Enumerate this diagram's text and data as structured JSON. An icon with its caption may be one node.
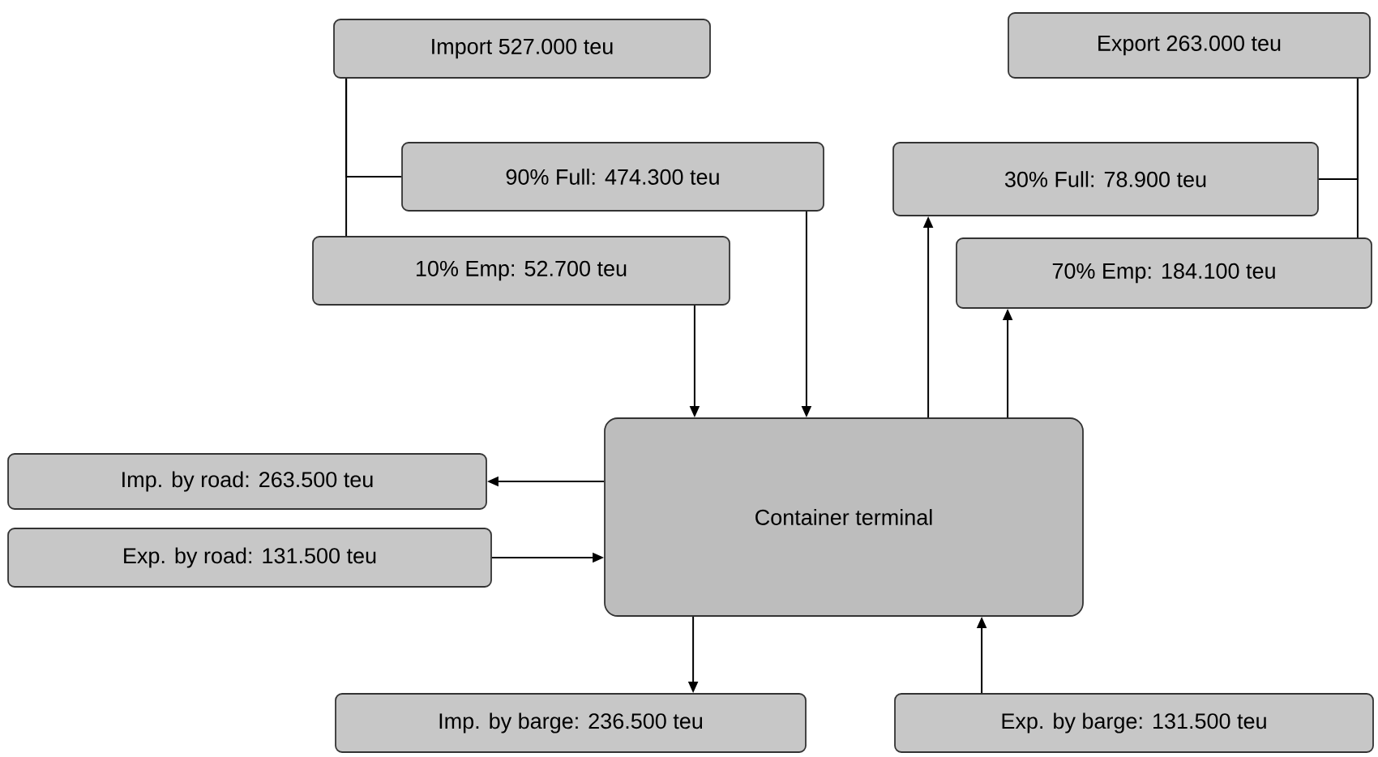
{
  "diagram": {
    "nodes": [
      {
        "text": [
          "Import 527.000 teu"
        ]
      },
      {
        "text": [
          "90% Full: 474.300 teu"
        ]
      },
      {
        "text": [
          "10% Emp: 52.700 teu"
        ]
      },
      {
        "text": [
          "Export 263.000 teu"
        ]
      },
      {
        "text": [
          "30% Full: 78.900 teu"
        ]
      },
      {
        "text": [
          "70% Emp: 184.100 teu"
        ]
      },
      {
        "text": [
          "Imp. by road: 263.500 teu"
        ]
      },
      {
        "text": [
          "Exp. by road: 131.500 teu"
        ]
      },
      {
        "text": [
          "Container terminal"
        ]
      },
      {
        "text": [
          "Imp. by barge: 236.500 teu"
        ]
      },
      {
        "text": [
          "Exp. by barge: 131.500 teu"
        ]
      }
    ],
    "edges": [
      {
        "from": 0,
        "to": 1,
        "arrow": "none"
      },
      {
        "from": 0,
        "to": 2,
        "arrow": "none"
      },
      {
        "from": 3,
        "to": 4,
        "arrow": "none"
      },
      {
        "from": 3,
        "to": 5,
        "arrow": "none"
      },
      {
        "from": 2,
        "to": 8,
        "arrow": "to"
      },
      {
        "from": 1,
        "to": 8,
        "arrow": "to"
      },
      {
        "from": 8,
        "to": 4,
        "arrow": "to"
      },
      {
        "from": 8,
        "to": 5,
        "arrow": "to"
      },
      {
        "from": 8,
        "to": 6,
        "arrow": "to"
      },
      {
        "from": 7,
        "to": 8,
        "arrow": "to"
      },
      {
        "from": 8,
        "to": 9,
        "arrow": "to"
      },
      {
        "from": 10,
        "to": 8,
        "arrow": "to"
      }
    ]
  }
}
